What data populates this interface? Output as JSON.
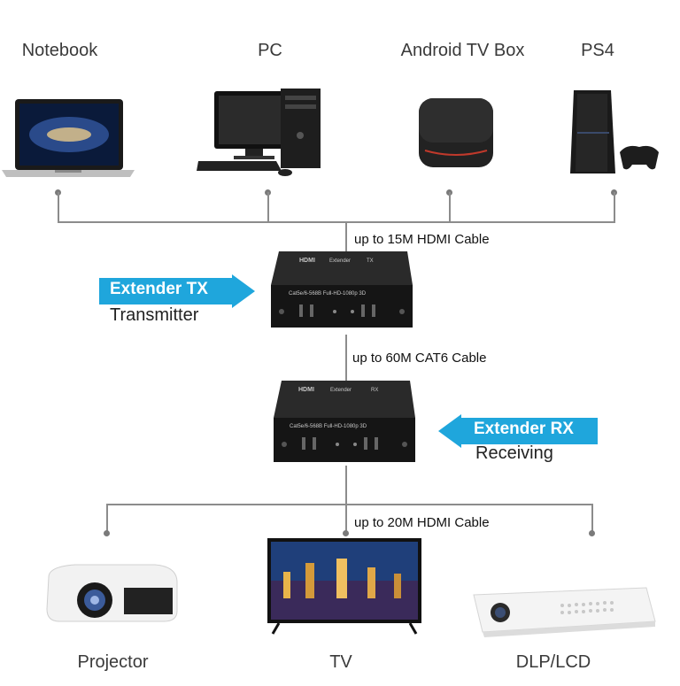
{
  "sources": [
    {
      "label": "Notebook",
      "icon": "laptop-icon"
    },
    {
      "label": "PC",
      "icon": "desktop-pc-icon"
    },
    {
      "label": "Android TV Box",
      "icon": "tv-box-icon"
    },
    {
      "label": "PS4",
      "icon": "game-console-icon"
    }
  ],
  "cables": {
    "hdmi_in": "up to 15M HDMI Cable",
    "cat6": "up to 60M CAT6 Cable",
    "hdmi_out": "up to 20M HDMI Cable"
  },
  "transmitter": {
    "arrow_label": "Extender TX",
    "subtitle": "Transmitter",
    "top_brand": "HDMI",
    "top_text": "Extender",
    "top_code": "TX",
    "front_text": "Cat5e/6-568B Full-HD-1080p 3D"
  },
  "receiver": {
    "arrow_label": "Extender RX",
    "subtitle": "Receiving",
    "top_brand": "HDMI",
    "top_text": "Extender",
    "top_code": "RX",
    "front_text": "Cat5e/6-568B Full-HD-1080p 3D"
  },
  "destinations": [
    {
      "label": "Projector",
      "icon": "projector-icon"
    },
    {
      "label": "TV",
      "icon": "television-icon"
    },
    {
      "label": "DLP/LCD",
      "icon": "mini-projector-icon"
    }
  ],
  "colors": {
    "arrow": "#1fa6dc",
    "line": "#8c8c8c",
    "device": "#1c1c1c"
  }
}
